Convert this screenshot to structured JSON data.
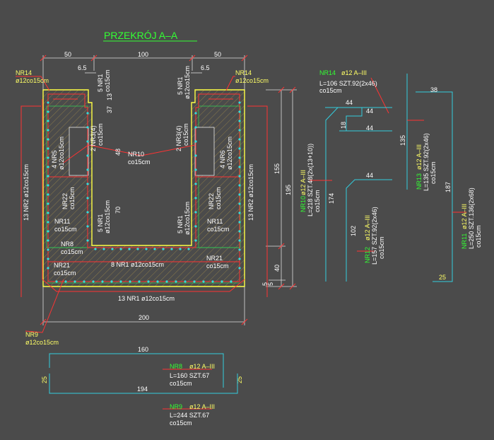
{
  "title": "PRZEKRÓJ A–A",
  "dims": {
    "top_left": "50",
    "top_mid": "100",
    "top_right": "50",
    "step_left": "6.5",
    "step_right": "6.5",
    "h_155": "155",
    "h_195": "195",
    "h_40": "40",
    "h_5a": "5",
    "h_5b": "5",
    "h_13": "13",
    "h_37": "37",
    "h_48": "48",
    "h_70": "70",
    "bottom_200": "200"
  },
  "labels": {
    "nr14_l_a": "NR14",
    "nr14_l_b": "ø12co15cm",
    "nr14_r_a": "NR14",
    "nr14_r_b": "ø12co15cm",
    "nr1_tl_a": "5 NR1",
    "nr1_tl_b": "co15cm",
    "nr1_tr_a": "5 NR1",
    "nr1_tr_b": "ø12co15cm",
    "nr3_l_a": "2 NR3(4)",
    "nr3_l_b": "co15cm",
    "nr3_r_a": "2 NR3(4)",
    "nr3_r_b": "co15cm",
    "nr5_a": "4 NR5",
    "nr5_b": "ø12co15cm",
    "nr6_a": "4 NR6",
    "nr6_b": "ø12co15cm",
    "nr10_a": "NR10",
    "nr10_b": "co15cm",
    "nr2_l": "13 NR2 ø12co15cm",
    "nr2_r": "13 NR2 ø12co15cm",
    "nr22_l_a": "NR22",
    "nr22_l_b": "co15cm",
    "nr22_r_a": "NR22",
    "nr22_r_b": "co15cm",
    "nr1_ml_a": "5 NR1",
    "nr1_ml_b": "ø12co15cm",
    "nr1_mr_a": "5 NR1",
    "nr1_mr_b": "ø12co15cm",
    "nr11_l_a": "NR11",
    "nr11_l_b": "co15cm",
    "nr11_r_a": "NR11",
    "nr11_r_b": "co15cm",
    "nr8_a": "NR8",
    "nr8_b": "co15cm",
    "nr21_l_a": "NR21",
    "nr21_l_b": "co15cm",
    "nr21_r_a": "NR21",
    "nr21_r_b": "co15cm",
    "nr1_bottom_inner": "8 NR1 ø12co15cm",
    "nr1_bottom": "13 NR1 ø12co15cm",
    "nr9_a": "NR9",
    "nr9_b": "ø12co15cm"
  },
  "bars": {
    "nr14": {
      "name": "NR14",
      "spec": "ø12  A–III",
      "l": "L=106  SZT.92(2x46)",
      "s": "co15cm",
      "d1": "44",
      "d2": "44",
      "d3": "18",
      "d4": "44"
    },
    "nr10": {
      "name": "NR10",
      "spec": "ø12  A–III",
      "l": "L=218  SZT.48(2x(13+10))",
      "s": "co15cm",
      "d1": "174",
      "d2": "44"
    },
    "nr12": {
      "name": "NR12",
      "spec": "ø12  A–III",
      "l": "L=157  SZT.92(2x46)",
      "s": "co15cm",
      "d1": "102"
    },
    "nr13": {
      "name": "NR13",
      "spec": "ø12  A–III",
      "l": "L=135  SZT.92(2x46)",
      "s": "co15cm",
      "d1": "135"
    },
    "nr11": {
      "name": "NR11",
      "spec": "ø12  A–III",
      "l": "L=250  SZT.136(2x68)",
      "s": "co15cm",
      "d1": "38",
      "d2": "187",
      "d3": "25"
    },
    "nr8": {
      "name": "NR8",
      "spec": "ø12  A–III",
      "l": "L=160  SZT.67",
      "s": "co15cm",
      "d1": "160",
      "d2": "25",
      "d3": "25"
    },
    "nr9": {
      "name": "NR9",
      "spec": "ø12  A–III",
      "l": "L=244  SZT.67",
      "s": "co15cm",
      "d1": "194"
    }
  }
}
